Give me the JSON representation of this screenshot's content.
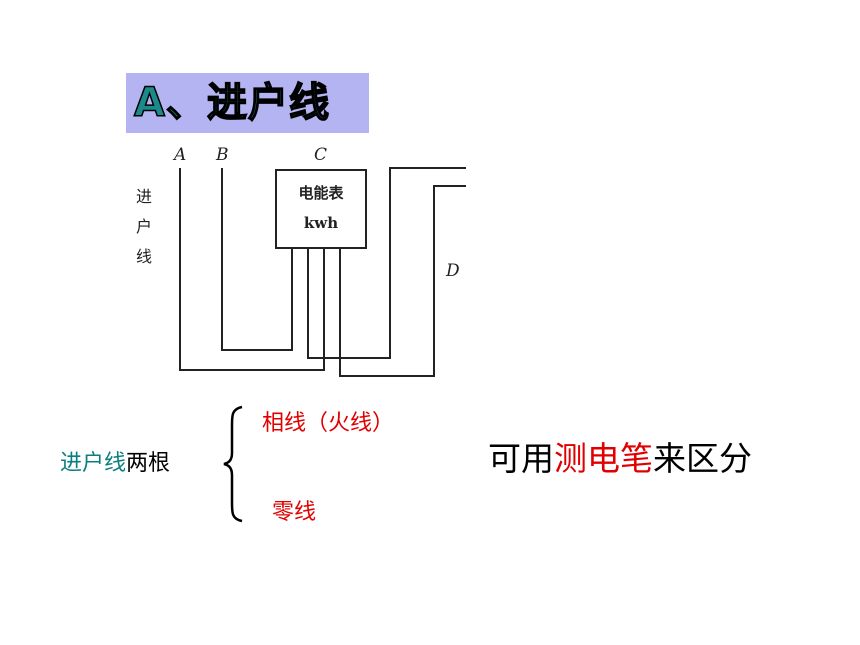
{
  "title": "A、进户线",
  "diagram": {
    "wire_labels": [
      "A",
      "B",
      "C",
      "D"
    ],
    "meter_line1": "电能表",
    "meter_line2": "kwh",
    "side_label": [
      "进",
      "户",
      "线"
    ]
  },
  "lead_label_part1": "进户线",
  "lead_label_part2": "两根",
  "options": {
    "hot": "相线（火线）",
    "neutral": "零线"
  },
  "method": {
    "prefix": "可用",
    "tool": "测电笔",
    "suffix": "来区分"
  },
  "colors": {
    "title_bg": "#b4b4f2",
    "title_fg": "#1a8a8a",
    "teal": "#0a7f7f",
    "red": "#e00000"
  }
}
